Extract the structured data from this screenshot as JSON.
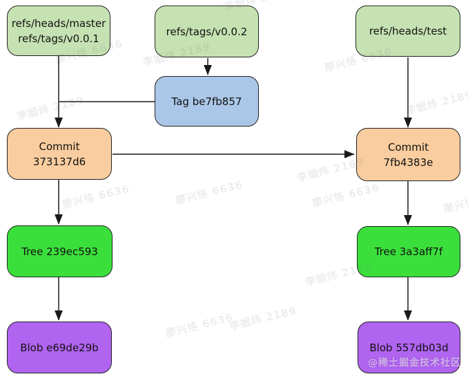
{
  "diagram": {
    "title": "git object graph",
    "nodes": {
      "ref_master": {
        "label": "refs/heads/master\nrefs/tags/v0.0.1",
        "type": "ref",
        "fill": "#c6e2b3"
      },
      "ref_v002": {
        "label": "refs/tags/v0.0.2",
        "type": "ref",
        "fill": "#c6e2b3"
      },
      "ref_test": {
        "label": "refs/heads/test",
        "type": "ref",
        "fill": "#c6e2b3"
      },
      "tag": {
        "label": "Tag be7fb857",
        "type": "tag",
        "fill": "#abc7e8"
      },
      "commit_left": {
        "label": "Commit 373137d6",
        "type": "commit",
        "fill": "#f9cd9f"
      },
      "commit_right": {
        "label": "Commit 7fb4383e",
        "type": "commit",
        "fill": "#f9cd9f"
      },
      "tree_left": {
        "label": "Tree 239ec593",
        "type": "tree",
        "fill": "#3bdf3b"
      },
      "tree_right": {
        "label": "Tree 3a3aff7f",
        "type": "tree",
        "fill": "#3bdf3b"
      },
      "blob_left": {
        "label": "Blob e69de29b",
        "type": "blob",
        "fill": "#b164f0"
      },
      "blob_right": {
        "label": "Blob 557db03d",
        "type": "blob",
        "fill": "#b164f0"
      }
    },
    "edges": [
      {
        "from": "refs/heads/master, refs/tags/v0.0.1",
        "to": "Commit 373137d6"
      },
      {
        "from": "refs/tags/v0.0.2",
        "to": "Tag be7fb857"
      },
      {
        "from": "Tag be7fb857",
        "to": "Commit 373137d6"
      },
      {
        "from": "Commit 373137d6",
        "to": "Commit 7fb4383e"
      },
      {
        "from": "refs/heads/test",
        "to": "Commit 7fb4383e"
      },
      {
        "from": "Commit 373137d6",
        "to": "Tree 239ec593"
      },
      {
        "from": "Tree 239ec593",
        "to": "Blob e69de29b"
      },
      {
        "from": "Commit 7fb4383e",
        "to": "Tree 3a3aff7f"
      },
      {
        "from": "Tree 3a3aff7f",
        "to": "Blob 557db03d"
      }
    ],
    "edge_color": "#1a1a1a",
    "border_color": "#222222",
    "background": "#ffffff"
  },
  "watermarks": {
    "brand": "@稀土掘金技术社区",
    "tile_a": "廖兴恪 6636",
    "tile_b": "李姻炜 2189"
  }
}
